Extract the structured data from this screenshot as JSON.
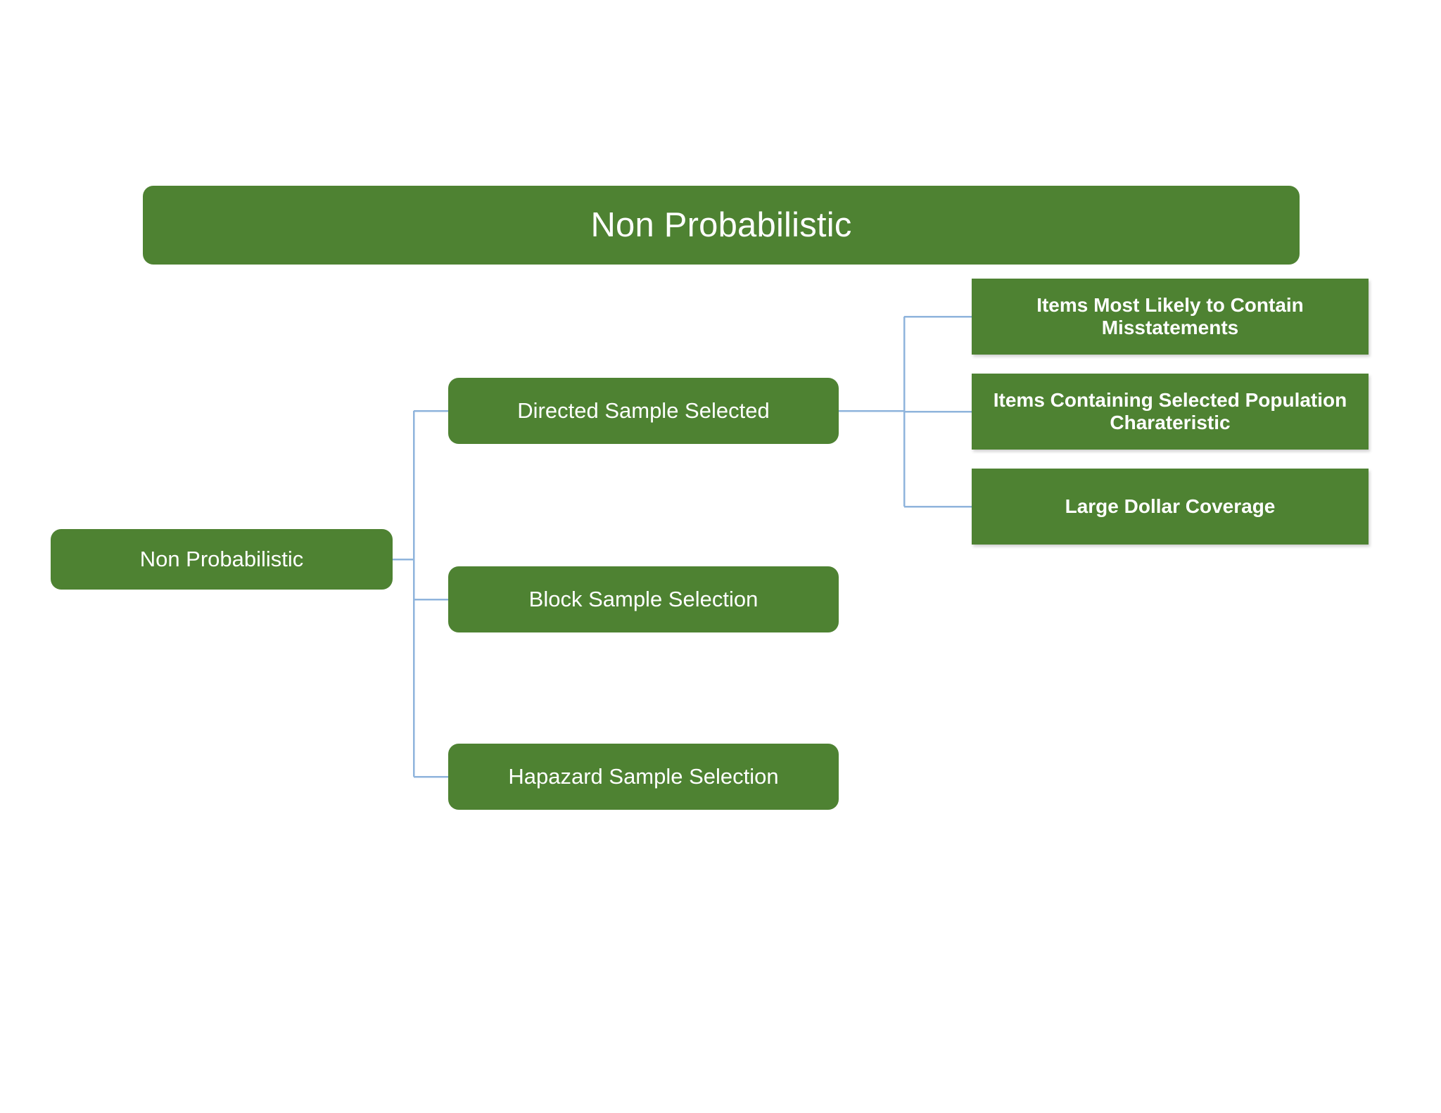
{
  "colors": {
    "node_fill": "#4E8232",
    "node_text": "#FFFFFF",
    "connector": "#8FB4DC",
    "background": "#FFFFFF"
  },
  "diagram": {
    "type": "hierarchy",
    "title": "Non Probabilistic",
    "root": {
      "label": "Non Probabilistic"
    },
    "branches": [
      {
        "label": "Directed Sample Selected",
        "children": [
          {
            "label": "Items Most Likely to Contain Misstatements"
          },
          {
            "label": "Items Containing Selected Population Charateristic"
          },
          {
            "label": "Large Dollar Coverage"
          }
        ]
      },
      {
        "label": "Block Sample Selection",
        "children": []
      },
      {
        "label": "Hapazard Sample Selection",
        "children": []
      }
    ]
  }
}
